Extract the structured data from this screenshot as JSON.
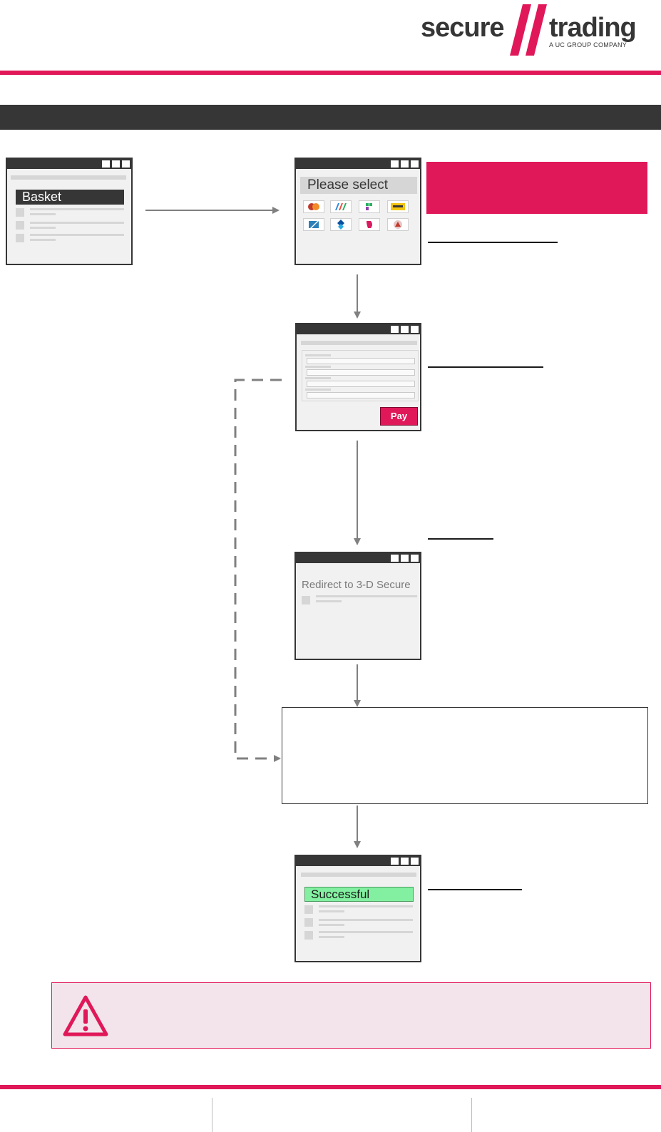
{
  "header": {
    "logo": {
      "word_left": "secure",
      "word_right": "trading",
      "tagline": "A UC GROUP COMPANY"
    }
  },
  "colors": {
    "brand_pink": "#e0185a",
    "dark": "#363636",
    "panel": "#f1f1f1",
    "placeholder": "#d6d6d6",
    "success": "#82f0a0",
    "warning_bg": "#f2e4ea"
  },
  "flow": {
    "basket_window": {
      "title": "Basket"
    },
    "select_window": {
      "title": "Please select",
      "payment_icons": [
        "mastercard-icon",
        "multicolor-stripes-icon",
        "green-blocks-icon",
        "yellow-card-icon",
        "blue-card-icon",
        "blue-diamond-icon",
        "red-shield-icon",
        "red-triangle-icon"
      ]
    },
    "details_window": {
      "pay_label": "Pay"
    },
    "redirect_window": {
      "title": "Redirect to 3-D Secure"
    },
    "success_window": {
      "title": "Successful"
    }
  },
  "warning": {
    "icon": "warning-triangle-icon"
  }
}
